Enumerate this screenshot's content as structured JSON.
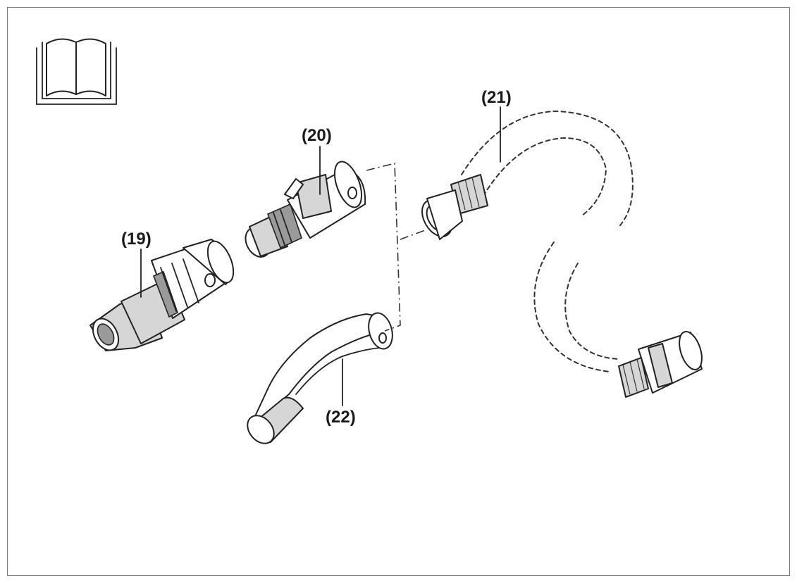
{
  "figure": {
    "labels": [
      {
        "id": "19",
        "text": "(19)"
      },
      {
        "id": "20",
        "text": "(20)"
      },
      {
        "id": "21",
        "text": "(21)"
      },
      {
        "id": "22",
        "text": "(22)"
      }
    ],
    "icons": [
      "manual-book-icon"
    ]
  },
  "colors": {
    "outline": "#222222",
    "border": "#7a7a7a",
    "shade": "#d6d6d6",
    "dark": "#9a9a9a"
  }
}
